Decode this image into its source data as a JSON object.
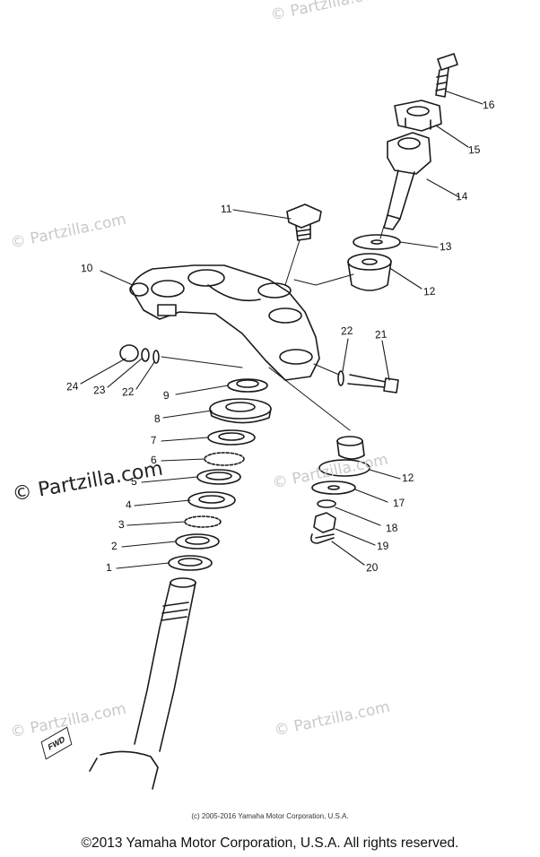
{
  "watermarks": [
    {
      "text": "© Partzilla.com"
    },
    {
      "text": "© Partzilla.com"
    },
    {
      "text": "© Partzilla.com"
    },
    {
      "text": "© Partzilla.com"
    },
    {
      "text": "© Partzilla.com"
    },
    {
      "text": "© Partzilla.com"
    }
  ],
  "callouts": [
    {
      "number": "1"
    },
    {
      "number": "2"
    },
    {
      "number": "3"
    },
    {
      "number": "4"
    },
    {
      "number": "5"
    },
    {
      "number": "6"
    },
    {
      "number": "7"
    },
    {
      "number": "8"
    },
    {
      "number": "9"
    },
    {
      "number": "10"
    },
    {
      "number": "11"
    },
    {
      "number": "12"
    },
    {
      "number": "12"
    },
    {
      "number": "13"
    },
    {
      "number": "14"
    },
    {
      "number": "15"
    },
    {
      "number": "16"
    },
    {
      "number": "17"
    },
    {
      "number": "18"
    },
    {
      "number": "19"
    },
    {
      "number": "20"
    },
    {
      "number": "21"
    },
    {
      "number": "22"
    },
    {
      "number": "22"
    },
    {
      "number": "23"
    },
    {
      "number": "24"
    }
  ],
  "fwd_label": "FWD",
  "inner_copyright": "(c) 2005-2016 Yamaha Motor Corporation, U.S.A.",
  "footer_copyright": "©2013 Yamaha Motor Corporation, U.S.A. All rights reserved."
}
